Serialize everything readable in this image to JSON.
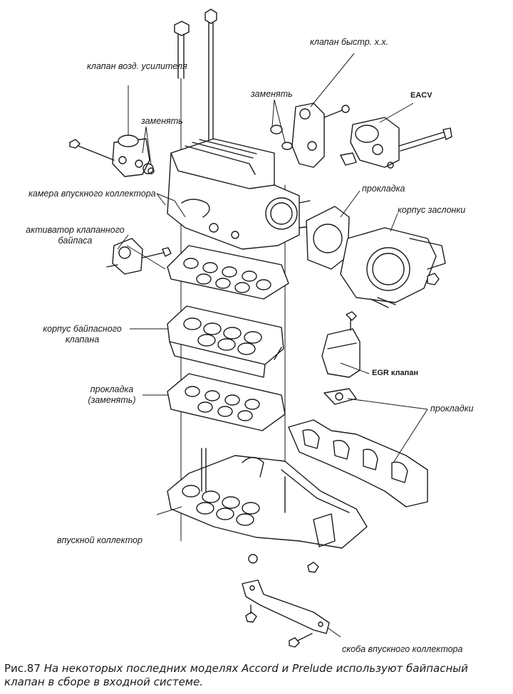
{
  "labels": {
    "booster_valve": "клапан возд. усилителя",
    "replace_1": "заменять",
    "idle_valve": "клапан быстр. х.х.",
    "replace_2": "заменять",
    "eacv": "EACV",
    "plenum": "камера впускного коллектора",
    "gasket_tb": "прокладка",
    "throttle_body": "корпус заслонки",
    "bypass_actuator": "активатор клапанного байпаса",
    "bypass_body": "корпус байпасного клапана",
    "egr_valve": "EGR клапан",
    "gasket_replace": "прокладка (заменять)",
    "gaskets": "прокладки",
    "intake_manifold": "впускной коллектор",
    "bracket": "скоба впускного коллектора"
  },
  "caption": {
    "number": "Рис.87",
    "text": "На некоторых последних моделях Accord и Prelude используют байпасный клапан в сборе в входной системе."
  }
}
